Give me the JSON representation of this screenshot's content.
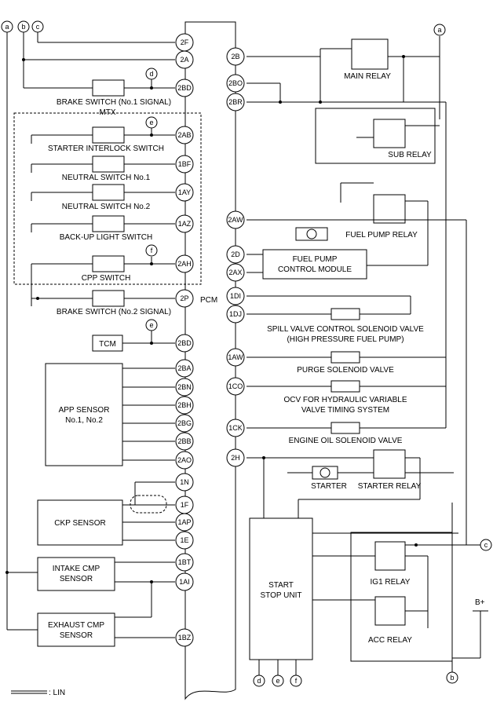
{
  "diagram": {
    "connectors": [
      "a",
      "b",
      "c",
      "d",
      "e",
      "f"
    ],
    "pcm_label": "PCM",
    "mtx_label": "MTX",
    "lin_legend": ": LIN",
    "bplus_label": "B+",
    "left_pins": [
      "2F",
      "2A",
      "2BD",
      "2AB",
      "1BF",
      "1AY",
      "1AZ",
      "2AH",
      "2P",
      "2BD",
      "2BA",
      "2BN",
      "2BH",
      "2BG",
      "2BB",
      "2AO",
      "1N",
      "1F",
      "1AP",
      "1E",
      "1BT",
      "1AI",
      "1BZ"
    ],
    "right_pins": [
      "2B",
      "2BO",
      "2BR",
      "2AW",
      "2D",
      "2AX",
      "1DI",
      "1DJ",
      "1AW",
      "1CO",
      "1CK",
      "2H"
    ],
    "labels": {
      "brake_switch_1": "BRAKE SWITCH (No.1 SIGNAL)",
      "starter_interlock": "STARTER INTERLOCK SWITCH",
      "neutral_1": "NEUTRAL SWITCH No.1",
      "neutral_2": "NEUTRAL SWITCH No.2",
      "backup_light": "BACK-UP LIGHT SWITCH",
      "cpp_switch": "CPP SWITCH",
      "brake_switch_2": "BRAKE SWITCH (No.2 SIGNAL)",
      "tcm": "TCM",
      "app_sensor_1": "APP SENSOR",
      "app_sensor_2": "No.1, No.2",
      "ckp_sensor": "CKP SENSOR",
      "intake_cmp_1": "INTAKE CMP",
      "intake_cmp_2": "SENSOR",
      "exhaust_cmp_1": "EXHAUST CMP",
      "exhaust_cmp_2": "SENSOR",
      "main_relay": "MAIN RELAY",
      "sub_relay": "SUB RELAY",
      "fuel_pump_relay": "FUEL PUMP RELAY",
      "fpcm_1": "FUEL PUMP",
      "fpcm_2": "CONTROL MODULE",
      "spill_1": "SPILL VALVE CONTROL SOLENOID VALVE",
      "spill_2": "(HIGH PRESSURE FUEL PUMP)",
      "purge": "PURGE SOLENOID VALVE",
      "ocv_1": "OCV FOR HYDRAULIC VARIABLE",
      "ocv_2": "VALVE TIMING SYSTEM",
      "oil_sol": "ENGINE OIL SOLENOID VALVE",
      "starter": "STARTER",
      "starter_relay": "STARTER RELAY",
      "ssu_1": "START",
      "ssu_2": "STOP UNIT",
      "ig1_relay": "IG1 RELAY",
      "acc_relay": "ACC RELAY"
    }
  }
}
